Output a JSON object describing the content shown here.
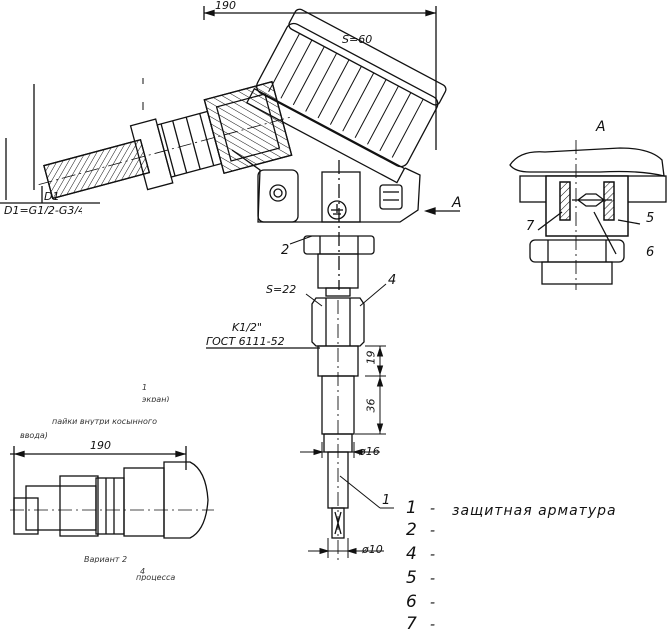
{
  "dimensions": {
    "top_width": "190",
    "wrench_head": "S=60",
    "wrench_nut": "S=22",
    "thread": "K1/2\"",
    "thread_standard": "ГОСТ 6111-52",
    "len_19": "19",
    "len_36": "36",
    "dia_16": "ø16",
    "dia_10": "ø10",
    "variant_width": "190",
    "cable_d1": "D1",
    "cable_thread": "D1=G1/2-G3/4"
  },
  "view": {
    "arrow_label": "A",
    "section_title": "A"
  },
  "callouts": [
    "1",
    "2",
    "4",
    "5",
    "6",
    "7"
  ],
  "legend": [
    {
      "num": "1",
      "dash": "-",
      "text": "защитная арматура"
    },
    {
      "num": "2",
      "dash": "-",
      "text": ""
    },
    {
      "num": "4",
      "dash": "-",
      "text": ""
    },
    {
      "num": "5",
      "dash": "-",
      "text": ""
    },
    {
      "num": "6",
      "dash": "-",
      "text": ""
    },
    {
      "num": "7",
      "dash": "-",
      "text": ""
    }
  ],
  "fragments": {
    "note_1": "1",
    "note_screen": "экран)",
    "note_inside": "пайки внутри косынного",
    "note_bracket": "ввода)",
    "variant": "Вариант 2",
    "note_4": "4",
    "note_process": "процесса"
  }
}
